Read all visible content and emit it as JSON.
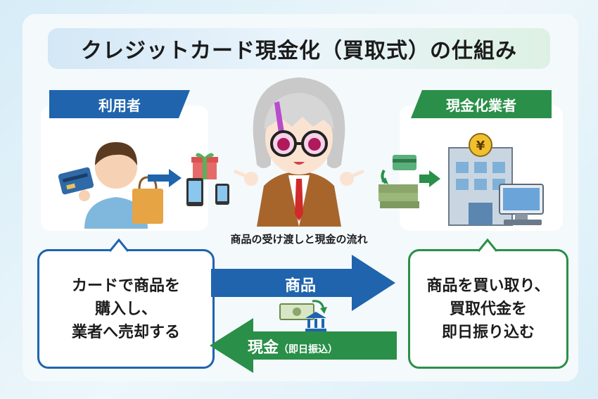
{
  "title": "クレジットカード現金化（買取式）の仕組み",
  "user": {
    "tab": "利用者",
    "description": "カードで商品を\n購入し、\n業者へ売却する"
  },
  "vendor": {
    "tab": "現金化業者",
    "description": "商品を買い取り、\n買取代金を\n即日振り込む"
  },
  "center": {
    "flow_label": "商品の受け渡しと現金の流れ",
    "goods_label": "商品",
    "cash_label": "現金",
    "cash_sublabel": "（即日振込）"
  },
  "icons": {
    "bank_sign": "¥"
  },
  "colors": {
    "blue": "#1f64ad",
    "green": "#2a8f48"
  }
}
